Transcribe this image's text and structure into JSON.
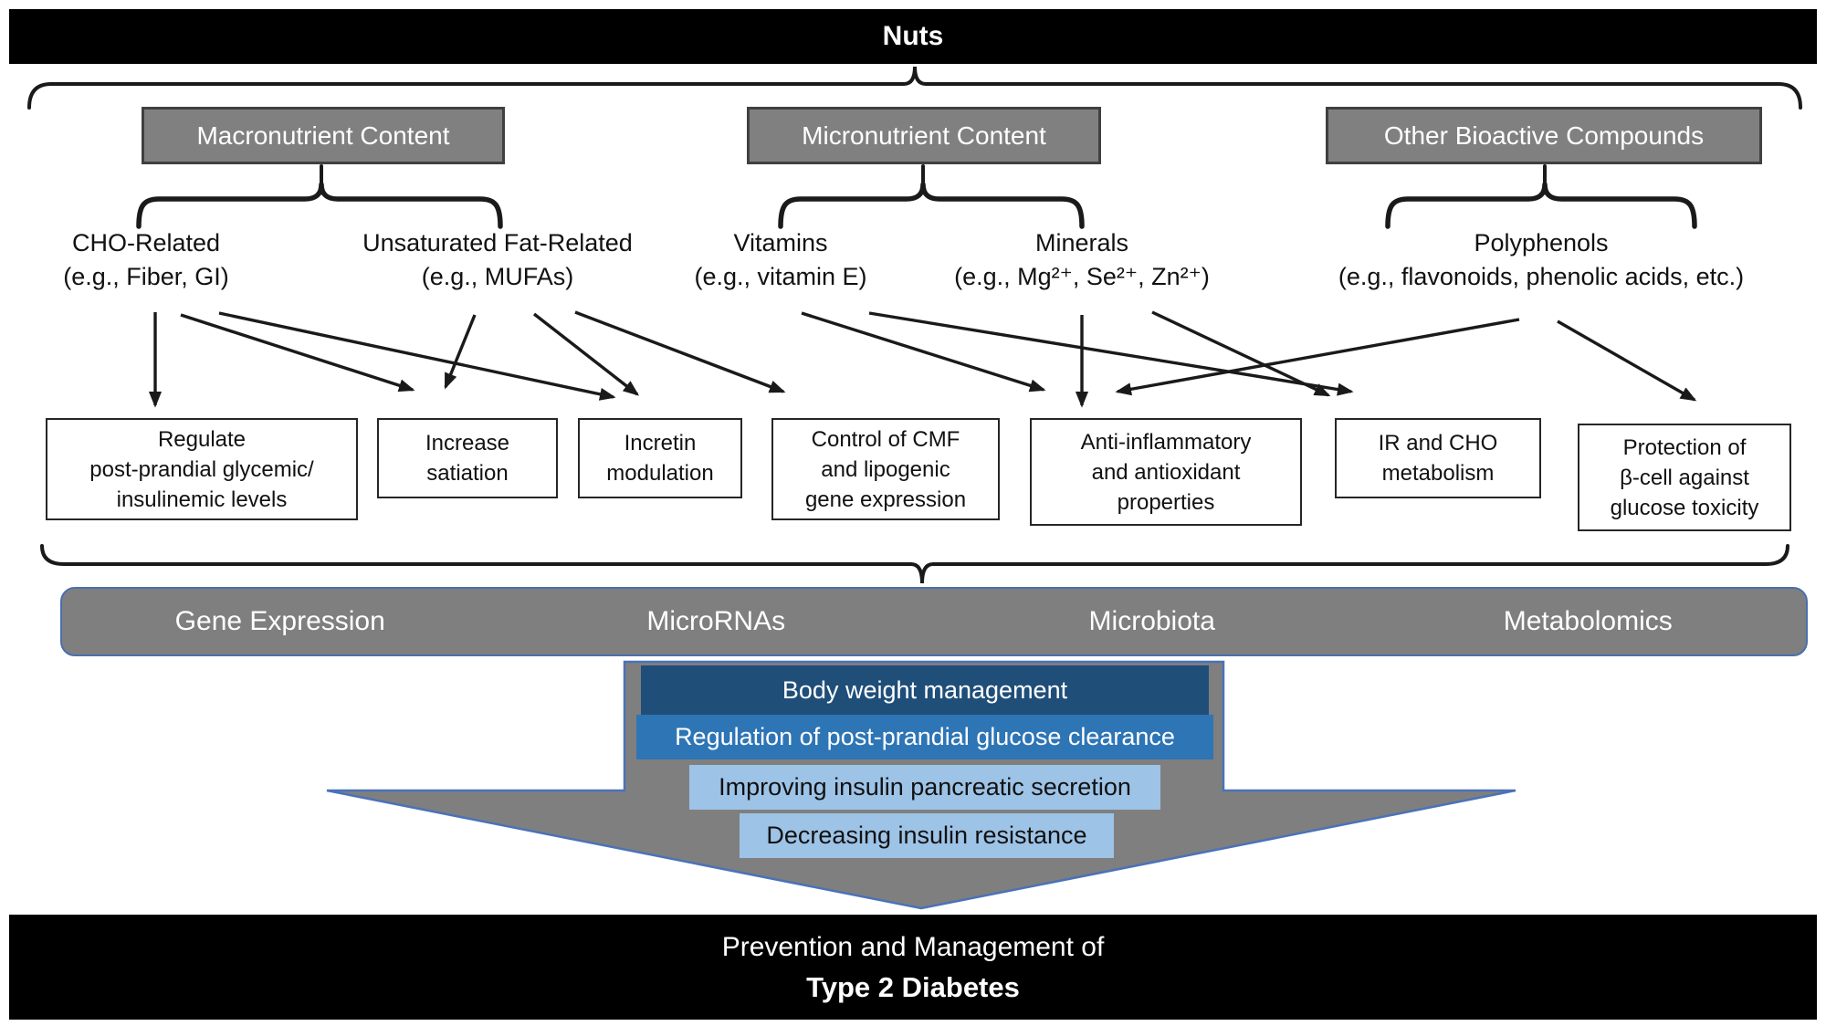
{
  "header": {
    "title": "Nuts"
  },
  "categories": [
    {
      "label": "Macronutrient Content"
    },
    {
      "label": "Micronutrient Content"
    },
    {
      "label": "Other Bioactive Compounds"
    }
  ],
  "subcategories": [
    {
      "name": "CHO-Related",
      "example": "(e.g., Fiber, GI)"
    },
    {
      "name": "Unsaturated Fat-Related",
      "example": "(e.g., MUFAs)"
    },
    {
      "name": "Vitamins",
      "example": "(e.g., vitamin E)"
    },
    {
      "name": "Minerals",
      "example": "(e.g., Mg²⁺, Se²⁺, Zn²⁺)"
    },
    {
      "name": "Polyphenols",
      "example": "(e.g., flavonoids, phenolic acids, etc.)"
    }
  ],
  "mechanisms": [
    {
      "lines": [
        "Regulate",
        "post-prandial glycemic/",
        "insulinemic levels"
      ]
    },
    {
      "lines": [
        "Increase",
        "satiation"
      ]
    },
    {
      "lines": [
        "Incretin",
        "modulation"
      ]
    },
    {
      "lines": [
        "Control of CMF",
        "and lipogenic",
        "gene expression"
      ]
    },
    {
      "lines": [
        "Anti-inflammatory",
        "and antioxidant",
        "properties"
      ]
    },
    {
      "lines": [
        "IR and CHO",
        "metabolism"
      ]
    },
    {
      "lines": [
        "Protection of",
        "β-cell against",
        "glucose toxicity"
      ]
    }
  ],
  "connections": [
    {
      "from": "CHO-Related",
      "to": "Regulate post-prandial glycemic/insulinemic levels"
    },
    {
      "from": "CHO-Related",
      "to": "Increase satiation"
    },
    {
      "from": "CHO-Related",
      "to": "Incretin modulation"
    },
    {
      "from": "Unsaturated Fat-Related",
      "to": "Increase satiation"
    },
    {
      "from": "Unsaturated Fat-Related",
      "to": "Incretin modulation"
    },
    {
      "from": "Unsaturated Fat-Related",
      "to": "Control of CMF and lipogenic gene expression"
    },
    {
      "from": "Vitamins",
      "to": "Anti-inflammatory and antioxidant properties"
    },
    {
      "from": "Vitamins",
      "to": "IR and CHO metabolism"
    },
    {
      "from": "Minerals",
      "to": "Anti-inflammatory and antioxidant properties"
    },
    {
      "from": "Minerals",
      "to": "IR and CHO metabolism"
    },
    {
      "from": "Polyphenols",
      "to": "Anti-inflammatory and antioxidant properties"
    },
    {
      "from": "Polyphenols",
      "to": "Protection of β-cell against glucose toxicity"
    }
  ],
  "omics": [
    {
      "label": "Gene Expression"
    },
    {
      "label": "MicroRNAs"
    },
    {
      "label": "Microbiota"
    },
    {
      "label": "Metabolomics"
    }
  ],
  "funnel_steps": [
    {
      "label": "Body weight management"
    },
    {
      "label": "Regulation of post-prandial glucose clearance"
    },
    {
      "label": "Improving insulin pancreatic secretion"
    },
    {
      "label": "Decreasing insulin resistance"
    }
  ],
  "outcome": {
    "line1": "Prevention and Management of",
    "line2": "Type 2 Diabetes"
  },
  "colors": {
    "bar_black": "#000000",
    "category_gray": "#808080",
    "category_border": "#404040",
    "omics_border_blue": "#4a6fb0",
    "funnel_gray": "#7f7f7f",
    "funnel_border_blue": "#4a72b8",
    "step_dark_blue": "#1F4E79",
    "step_medium_blue": "#2E75B6",
    "step_light_blue": "#9DC3E6"
  }
}
